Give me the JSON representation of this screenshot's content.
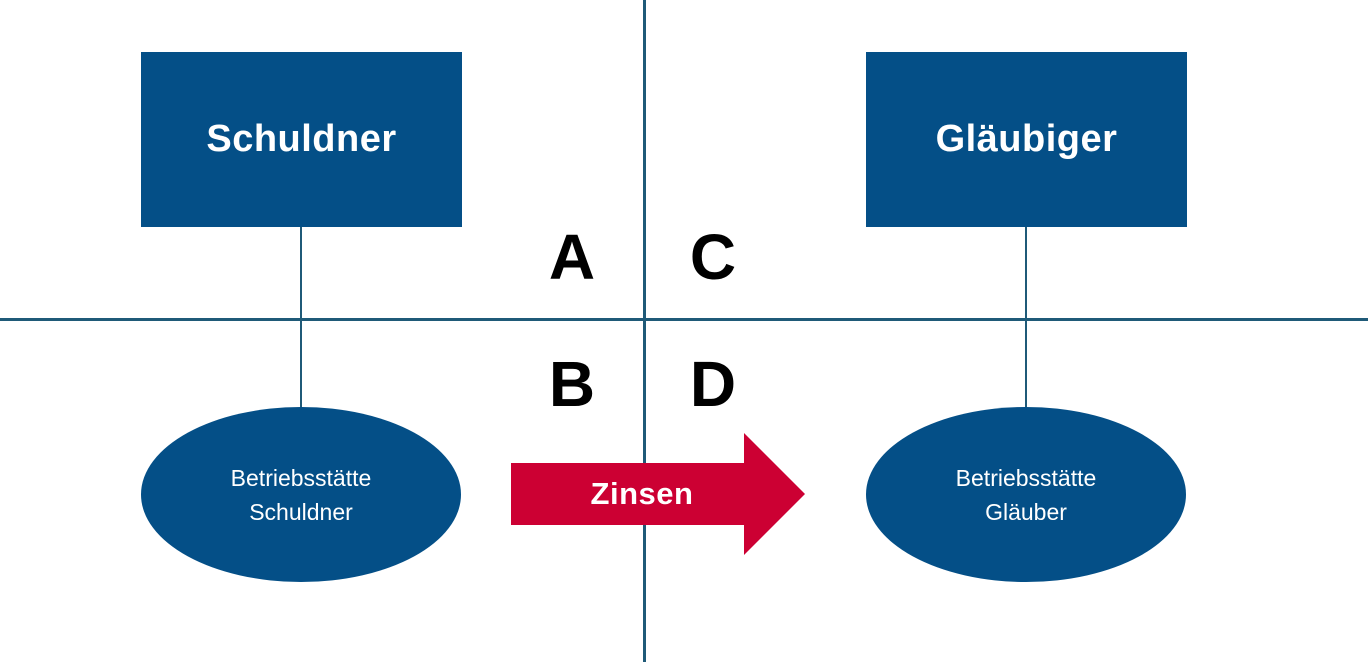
{
  "colors": {
    "entity_fill": "#044f87",
    "divider": "#1f5a78",
    "arrow_fill": "#cc0033",
    "quadrant_text": "#000000"
  },
  "entities": {
    "debtor": "Schuldner",
    "creditor": "Gläubiger"
  },
  "establishments": {
    "debtor": [
      "Betriebsstätte",
      "Schuldner"
    ],
    "creditor": [
      "Betriebsstätte",
      "Gläuber"
    ]
  },
  "quadrants": {
    "top_left": "A",
    "top_right": "C",
    "bottom_left": "B",
    "bottom_right": "D"
  },
  "flow": {
    "label": "Zinsen",
    "direction": "right"
  }
}
